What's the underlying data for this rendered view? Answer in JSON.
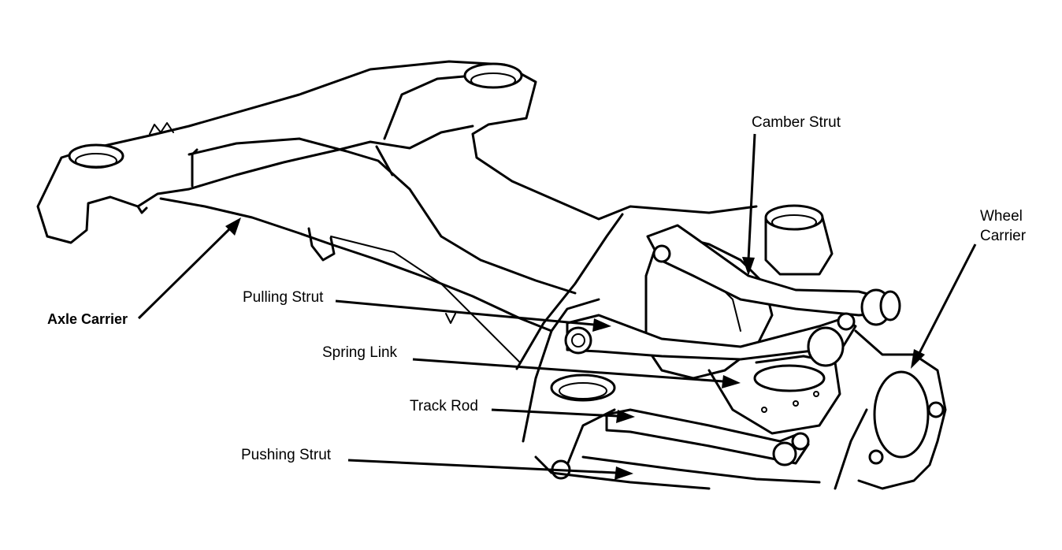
{
  "labels": {
    "camber_strut": "Camber Strut",
    "wheel_carrier_line1": "Wheel",
    "wheel_carrier_line2": "Carrier",
    "axle_carrier": "Axle Carrier",
    "pulling_strut": "Pulling Strut",
    "spring_link": "Spring Link",
    "track_rod": "Track Rod",
    "pushing_strut": "Pushing Strut"
  }
}
